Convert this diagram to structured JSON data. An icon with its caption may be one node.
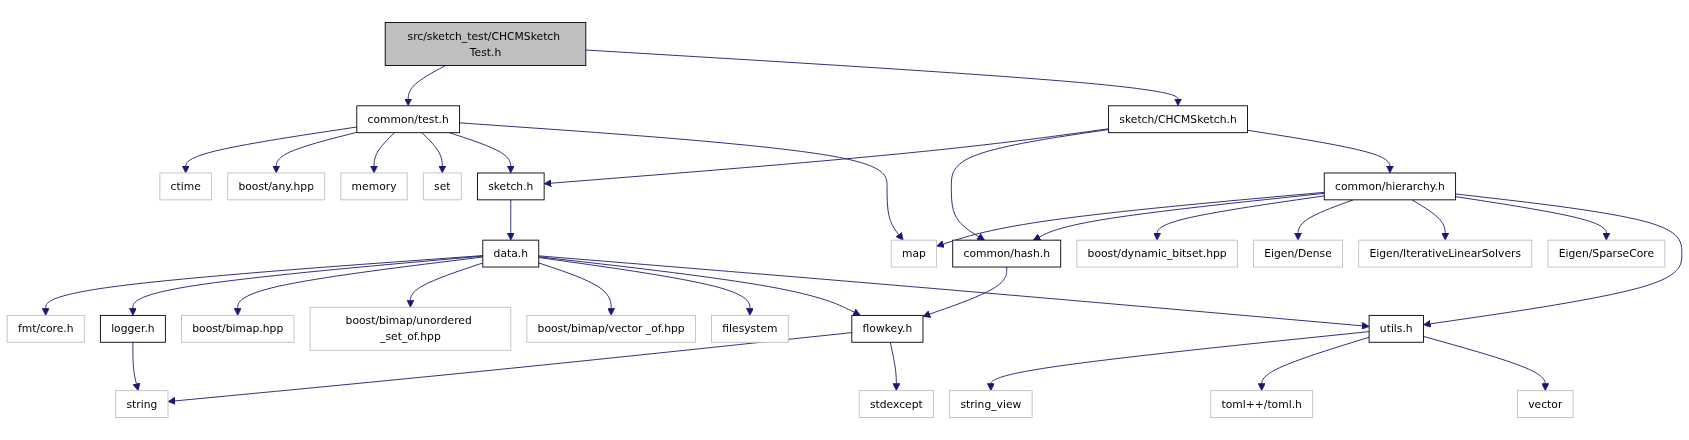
{
  "diagram": {
    "nodes": [
      {
        "text": [
          "src/sketch_test/CHCMSketch Test.h"
        ]
      },
      {
        "text": [
          "common/test.h"
        ]
      },
      {
        "text": [
          "sketch/CHCMSketch.h"
        ]
      },
      {
        "text": [
          "ctime"
        ]
      },
      {
        "text": [
          "boost/any.hpp"
        ]
      },
      {
        "text": [
          "memory"
        ]
      },
      {
        "text": [
          "set"
        ]
      },
      {
        "text": [
          "sketch.h"
        ]
      },
      {
        "text": [
          "common/hierarchy.h"
        ]
      },
      {
        "text": [
          "data.h"
        ]
      },
      {
        "text": [
          "map"
        ]
      },
      {
        "text": [
          "common/hash.h"
        ]
      },
      {
        "text": [
          "boost/dynamic_bitset.hpp"
        ]
      },
      {
        "text": [
          "Eigen/Dense"
        ]
      },
      {
        "text": [
          "Eigen/IterativeLinearSolvers"
        ]
      },
      {
        "text": [
          "Eigen/SparseCore"
        ]
      },
      {
        "text": [
          "fmt/core.h"
        ]
      },
      {
        "text": [
          "logger.h"
        ]
      },
      {
        "text": [
          "boost/bimap.hpp"
        ]
      },
      {
        "text": [
          "boost/bimap/unordered _set_of.hpp"
        ]
      },
      {
        "text": [
          "boost/bimap/vector _of.hpp"
        ]
      },
      {
        "text": [
          "filesystem"
        ]
      },
      {
        "text": [
          "flowkey.h"
        ]
      },
      {
        "text": [
          "utils.h"
        ]
      },
      {
        "text": [
          "string"
        ]
      },
      {
        "text": [
          "stdexcept"
        ]
      },
      {
        "text": [
          "string_view"
        ]
      },
      {
        "text": [
          "toml++/toml.h"
        ]
      },
      {
        "text": [
          "vector"
        ]
      }
    ],
    "edges": [
      {
        "from": 0,
        "to": 1,
        "arrow": "to"
      },
      {
        "from": 0,
        "to": 2,
        "arrow": "to"
      },
      {
        "from": 1,
        "to": 3,
        "arrow": "to"
      },
      {
        "from": 1,
        "to": 4,
        "arrow": "to"
      },
      {
        "from": 1,
        "to": 5,
        "arrow": "to"
      },
      {
        "from": 1,
        "to": 6,
        "arrow": "to"
      },
      {
        "from": 1,
        "to": 7,
        "arrow": "to"
      },
      {
        "from": 1,
        "to": 10,
        "arrow": "to"
      },
      {
        "from": 2,
        "to": 7,
        "arrow": "to"
      },
      {
        "from": 2,
        "to": 11,
        "arrow": "to"
      },
      {
        "from": 2,
        "to": 8,
        "arrow": "to"
      },
      {
        "from": 7,
        "to": 9,
        "arrow": "to"
      },
      {
        "from": 8,
        "to": 10,
        "arrow": "to"
      },
      {
        "from": 8,
        "to": 11,
        "arrow": "to"
      },
      {
        "from": 8,
        "to": 12,
        "arrow": "to"
      },
      {
        "from": 8,
        "to": 13,
        "arrow": "to"
      },
      {
        "from": 8,
        "to": 14,
        "arrow": "to"
      },
      {
        "from": 8,
        "to": 15,
        "arrow": "to"
      },
      {
        "from": 8,
        "to": 23,
        "arrow": "to"
      },
      {
        "from": 11,
        "to": 22,
        "arrow": "to"
      },
      {
        "from": 9,
        "to": 16,
        "arrow": "to"
      },
      {
        "from": 9,
        "to": 17,
        "arrow": "to"
      },
      {
        "from": 9,
        "to": 18,
        "arrow": "to"
      },
      {
        "from": 9,
        "to": 19,
        "arrow": "to"
      },
      {
        "from": 9,
        "to": 20,
        "arrow": "to"
      },
      {
        "from": 9,
        "to": 21,
        "arrow": "to"
      },
      {
        "from": 9,
        "to": 22,
        "arrow": "to"
      },
      {
        "from": 9,
        "to": 23,
        "arrow": "to"
      },
      {
        "from": 17,
        "to": 24,
        "arrow": "to"
      },
      {
        "from": 22,
        "to": 24,
        "arrow": "to"
      },
      {
        "from": 22,
        "to": 25,
        "arrow": "to"
      },
      {
        "from": 23,
        "to": 26,
        "arrow": "to"
      },
      {
        "from": 23,
        "to": 27,
        "arrow": "to"
      },
      {
        "from": 23,
        "to": 28,
        "arrow": "to"
      }
    ]
  }
}
